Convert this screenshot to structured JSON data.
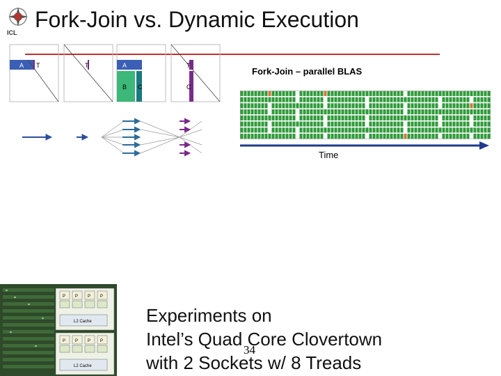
{
  "header": {
    "title": "Fork-Join vs. Dynamic Execution",
    "logo_text": "ICL",
    "logo_icon": "icl-logo-icon",
    "accent_color": "#c0302a"
  },
  "diagram": {
    "panel1": {
      "label_a": "A",
      "label_t": "T"
    },
    "panel2": {
      "label_t": "T"
    },
    "panel3": {
      "label_a": "A",
      "label_b": "B",
      "label_c": "C"
    },
    "panel4": {
      "label_t": "T",
      "label_c": "C"
    },
    "colors": {
      "a": "#3b5fb5",
      "b": "#3cb878",
      "c": "#1a7a80",
      "t": "#7a2a8a",
      "arrow": "#2d4f9a"
    }
  },
  "trace": {
    "label": "Fork-Join – parallel BLAS",
    "time_label": "Time",
    "rows": 8,
    "colors": {
      "task": "#2f9a3a",
      "gap": "#ffffff",
      "fork": "#d9743a",
      "frame": "#999999"
    }
  },
  "board": {
    "socket_labels": [
      "P",
      "P",
      "P",
      "P"
    ],
    "cache_label": "L2 Cache"
  },
  "body_text": {
    "line1": "Experiments on",
    "line2": "Intel’s Quad Core Clovertown",
    "line3": "with 2 Sockets w/ 8 Treads"
  },
  "slide_number": "34"
}
